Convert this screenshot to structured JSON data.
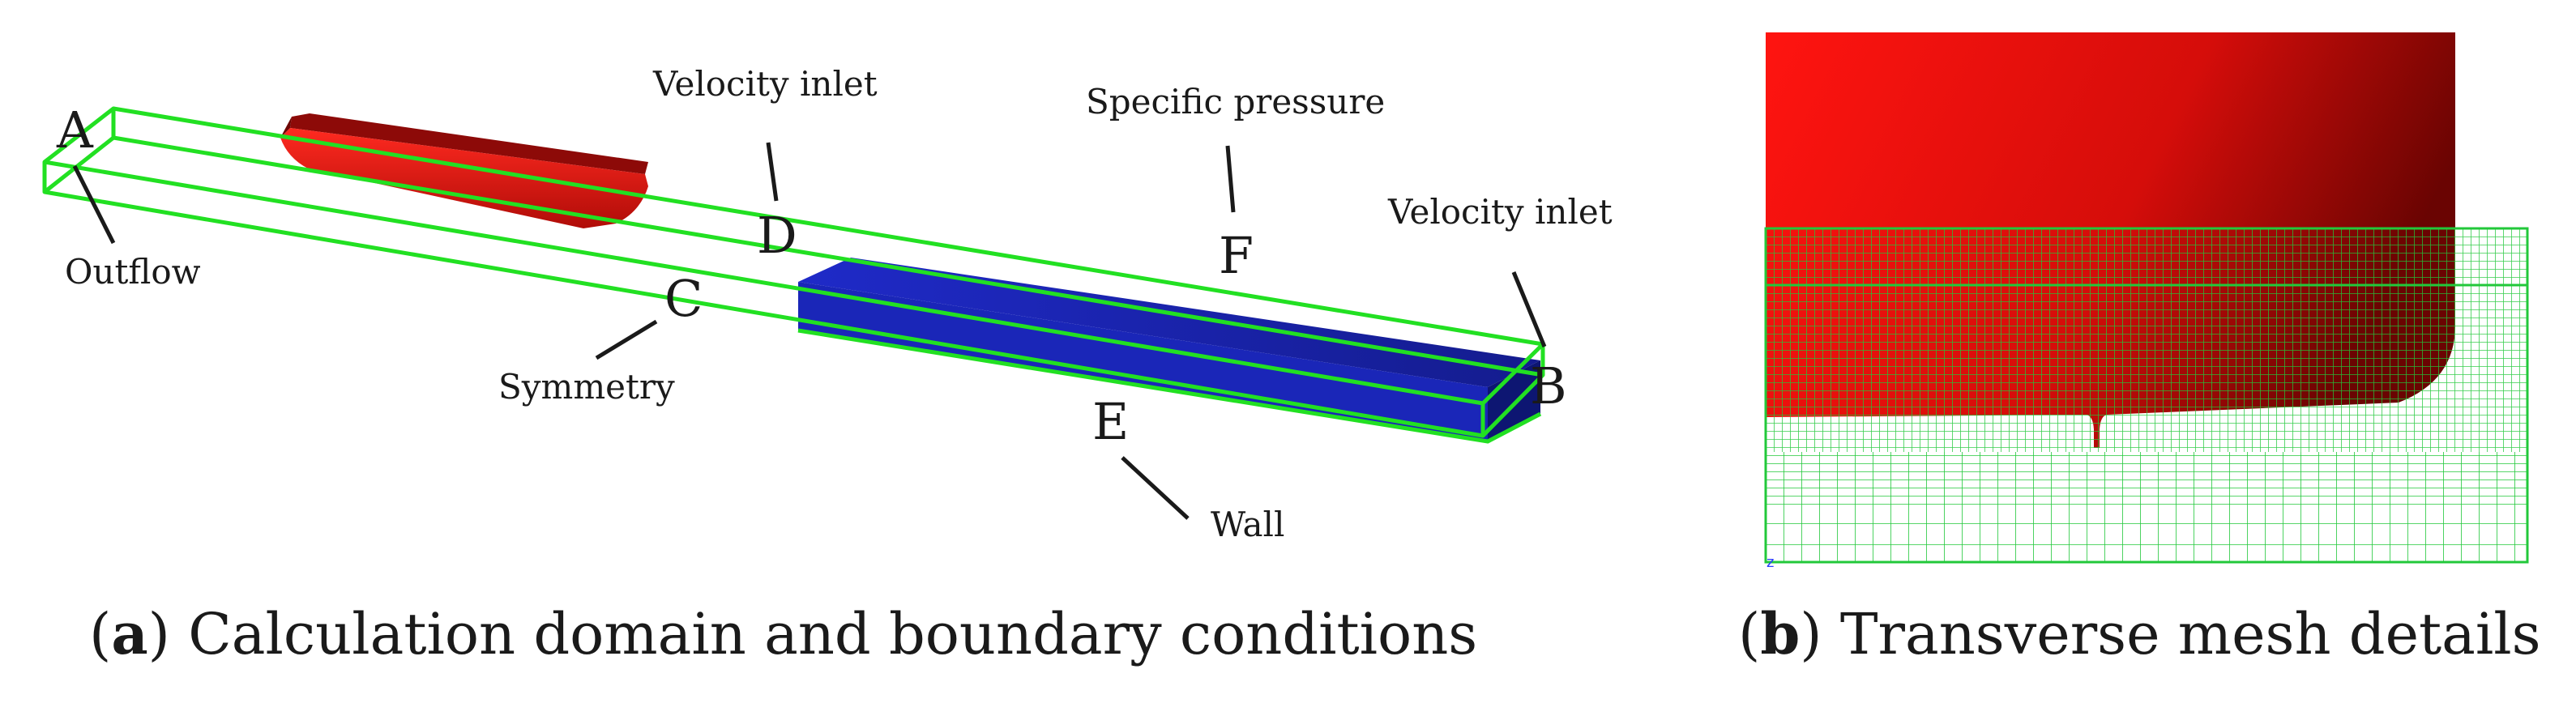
{
  "panel_a": {
    "labels": {
      "velocity_inlet_top": "Velocity inlet",
      "specific_pressure": "Specific pressure",
      "velocity_inlet_right": "Velocity inlet",
      "outflow": "Outflow",
      "symmetry": "Symmetry",
      "wall": "Wall"
    },
    "points": {
      "a": "A",
      "b": "B",
      "c": "C",
      "d": "D",
      "e": "E",
      "f": "F"
    },
    "caption": {
      "letter": "a",
      "text": "Calculation domain and boundary conditions"
    }
  },
  "panel_b": {
    "axis_marker": "z",
    "caption": {
      "letter": "b",
      "text": "Transverse mesh details"
    }
  },
  "colors": {
    "domain_edge": "#22e022",
    "hull": "#d81a12",
    "hull_dark": "#8a0a08",
    "seabed": "#1a22b4",
    "mesh": "#22c83a"
  }
}
